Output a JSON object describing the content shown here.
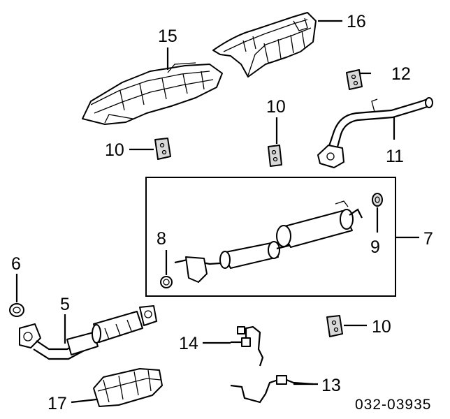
{
  "diagram": {
    "labels": {
      "p5": "5",
      "p6": "6",
      "p7": "7",
      "p8": "8",
      "p9": "9",
      "p10a": "10",
      "p10b": "10",
      "p10c": "10",
      "p11": "11",
      "p12": "12",
      "p13": "13",
      "p14": "14",
      "p15": "15",
      "p16": "16",
      "p17": "17"
    },
    "diagram_code": "032-03935"
  }
}
